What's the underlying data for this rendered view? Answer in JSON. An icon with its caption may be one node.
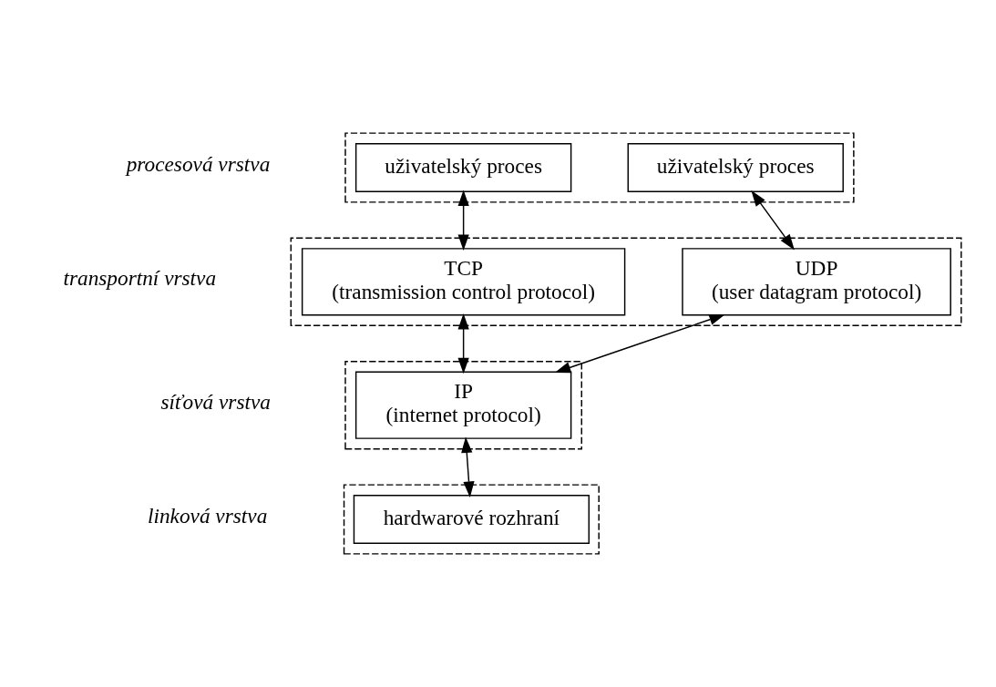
{
  "diagram": {
    "nodes": [
      {
        "text": [],
        "shape": "box",
        "beside": [
          "procesová vrstva"
        ]
      },
      {
        "text": [
          "uživatelský proces"
        ],
        "in": 0
      },
      {
        "text": [
          "uživatelský proces"
        ],
        "in": 0
      },
      {
        "text": [],
        "shape": "box",
        "beside": [
          "transportní vrstva"
        ]
      },
      {
        "text": [
          "TCP",
          "(transmission control protocol)"
        ],
        "in": 3
      },
      {
        "text": [
          "UDP",
          "(user datagram protocol)"
        ],
        "in": 3
      },
      {
        "text": [],
        "shape": "box",
        "beside": [
          "síťová vrstva"
        ]
      },
      {
        "text": [
          "IP",
          "(internet protocol)"
        ],
        "in": 6
      },
      {
        "text": [],
        "shape": "box",
        "beside": [
          "linková vrstva"
        ]
      },
      {
        "text": [
          "hardwarové rozhraní"
        ],
        "in": 8
      }
    ],
    "edges": [
      {
        "from": 1,
        "to": 4,
        "arrow": "both"
      },
      {
        "from": 2,
        "to": 5,
        "arrow": "both"
      },
      {
        "from": 4,
        "to": 7,
        "arrow": "both"
      },
      {
        "from": 5,
        "to": 7,
        "arrow": "both"
      },
      {
        "from": 7,
        "to": 9,
        "arrow": "both"
      }
    ]
  }
}
